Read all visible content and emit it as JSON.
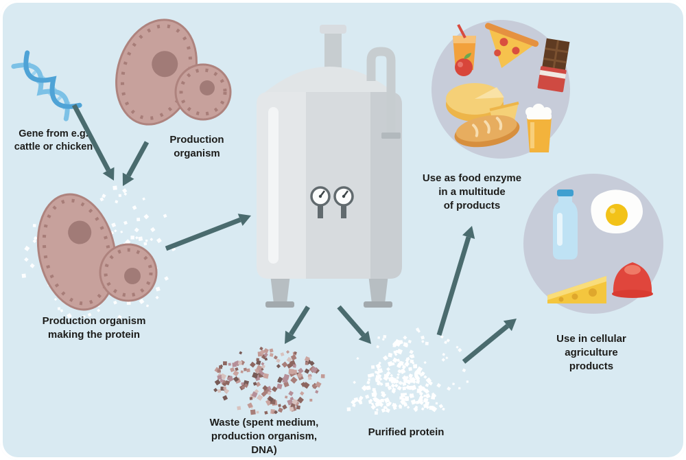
{
  "labels": {
    "gene_source": "Gene from e.g.\ncattle or chicken",
    "production_organism": "Production\norganism",
    "production_making": "Production organism\nmaking the protein",
    "food_enzyme": "Use as food enzyme\nin a multitude\nof products",
    "cellular_agriculture": "Use in cellular agriculture\nproducts",
    "waste": "Waste (spent medium,\nproduction organism,\nDNA)",
    "purified_protein": "Purified protein"
  },
  "colors": {
    "background": "#d9eaf2",
    "arrow": "#4a6b6e",
    "cell_fill": "#c7a19c",
    "cell_outline": "#ae837e",
    "nucleus": "#a17b77",
    "circle_background": "#c7ccd9",
    "dna_light": "#7cc1e6",
    "dna_dark": "#4fa3d6",
    "tank_body": "#d7dbde",
    "speckle_white": "#ffffff"
  },
  "icons": {
    "dna": "dna-helix-icon",
    "production_organism": "microbe-cell-icons",
    "bioreactor": "fermentation-tank-icon",
    "food_products": [
      "juice-icon",
      "pizza-icon",
      "chocolate-icon",
      "cheese-wheel-icon",
      "bread-icon",
      "beer-icon"
    ],
    "cellular_agriculture_products": [
      "milk-bottle-icon",
      "fried-egg-icon",
      "jelly-icon",
      "cheese-wedge-icon"
    ],
    "waste": "waste-speckle-cluster",
    "purified_protein": "protein-powder-pile"
  }
}
